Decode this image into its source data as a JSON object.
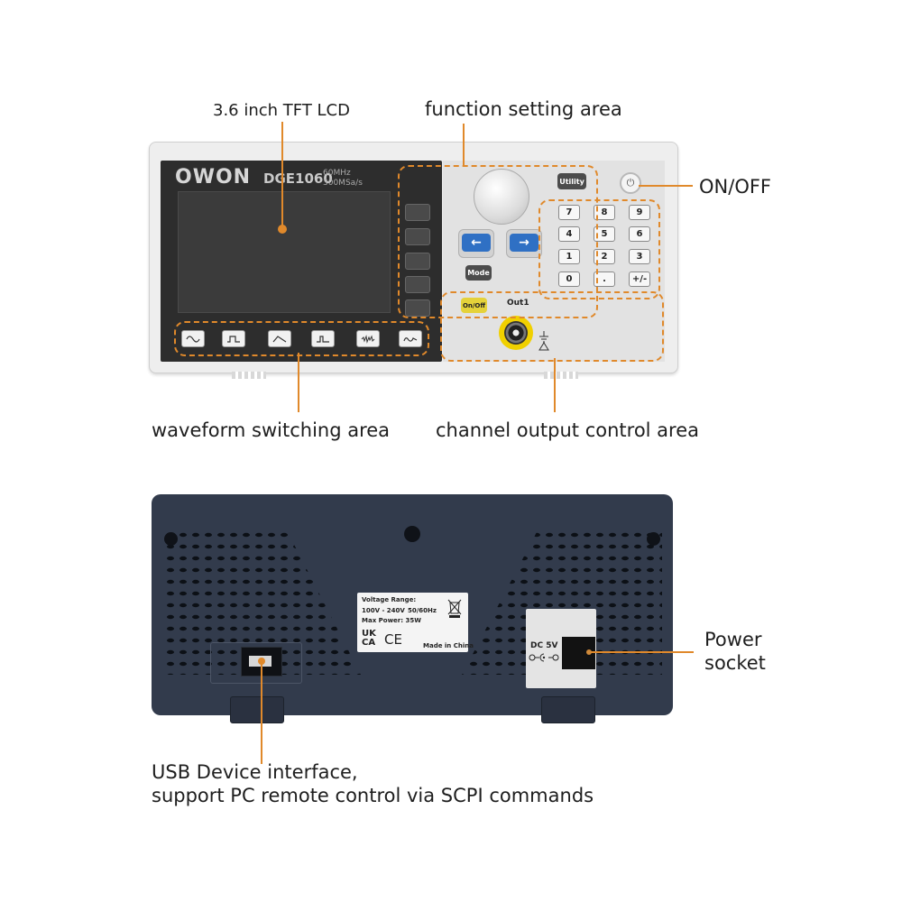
{
  "callouts": {
    "lcd": "3.6 inch TFT LCD",
    "function": "function setting area",
    "onoff": "ON/OFF",
    "waveform": "waveform switching area",
    "channel": "channel output control area",
    "power_line1": "Power",
    "power_line2": "socket",
    "usb_line1": "USB Device interface,",
    "usb_line2": "support PC remote control via SCPI commands"
  },
  "front_panel": {
    "brand": "OWON",
    "model": "DGE1060",
    "spec_freq": "60MHz",
    "spec_rate": "300MSa/s",
    "utility": "Utility",
    "mode": "Mode",
    "ch_onoff": "On/Off",
    "out_label": "Out1",
    "keys": [
      "7",
      "8",
      "9",
      "4",
      "5",
      "6",
      "1",
      "2",
      "3",
      "0",
      ".",
      "+/-"
    ]
  },
  "rear_panel": {
    "voltage_range_label": "Voltage Range:",
    "voltage_range": "100V - 240V",
    "frequency": "50/60Hz",
    "max_power": "Max Power: 35W",
    "ukca": "UK CA",
    "ce": "CE",
    "made_in": "Made in China",
    "dc_label": "DC 5V"
  },
  "colors": {
    "accent": "#e0892b",
    "rear_body": "#323b4c",
    "arrow_key": "#2f70c4",
    "bnc": "#f0d000"
  }
}
